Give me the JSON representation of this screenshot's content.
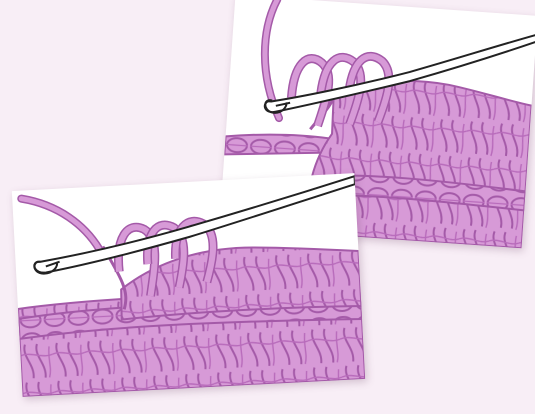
{
  "illustration": {
    "panels": [
      {
        "id": "top",
        "loops_on_hook": 3
      },
      {
        "id": "bottom",
        "loops_on_hook": 3
      }
    ],
    "colors": {
      "background": "#f8eef6",
      "card": "#ffffff",
      "yarn_fill": "#d79ad7",
      "yarn_outline": "#a45aa8",
      "yarn_inner_line": "#b86bbb",
      "hook_fill": "#ffffff",
      "hook_outline": "#222222"
    },
    "icons": [
      "crochet-hook-icon"
    ]
  }
}
